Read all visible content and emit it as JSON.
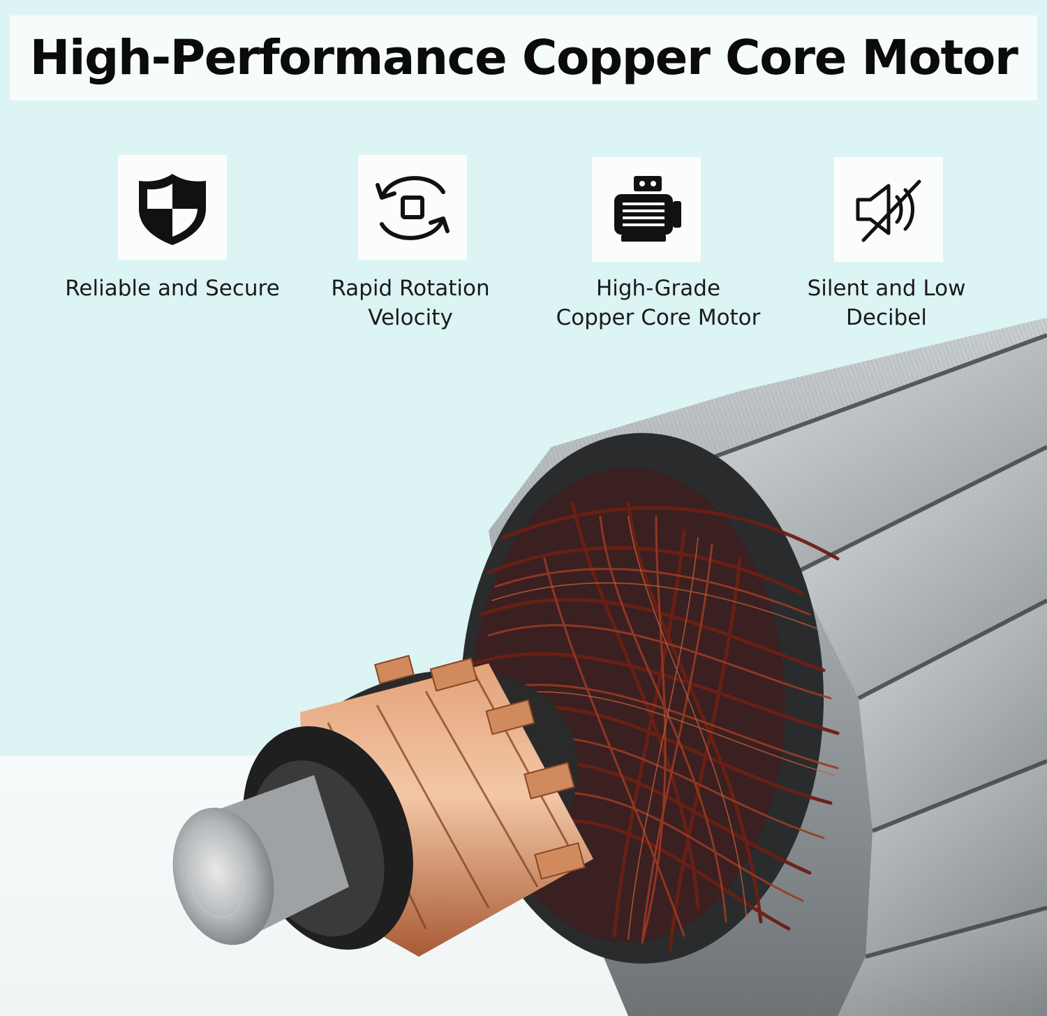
{
  "title": "High-Performance Copper Core Motor",
  "features": [
    {
      "icon": "shield-icon",
      "label": "Reliable and Secure"
    },
    {
      "icon": "rotation-icon",
      "label": "Rapid Rotation\nVelocity"
    },
    {
      "icon": "motor-icon",
      "label": "High-Grade\nCopper Core Motor"
    },
    {
      "icon": "muted-sound-icon",
      "label": "Silent and Low\nDecibel"
    }
  ],
  "colors": {
    "background_top": "#dcf4f3",
    "background_bottom": "#f3f6f6",
    "copper": "#c97a4e",
    "wire": "#7a2418",
    "steel": "#9aa0a3"
  }
}
